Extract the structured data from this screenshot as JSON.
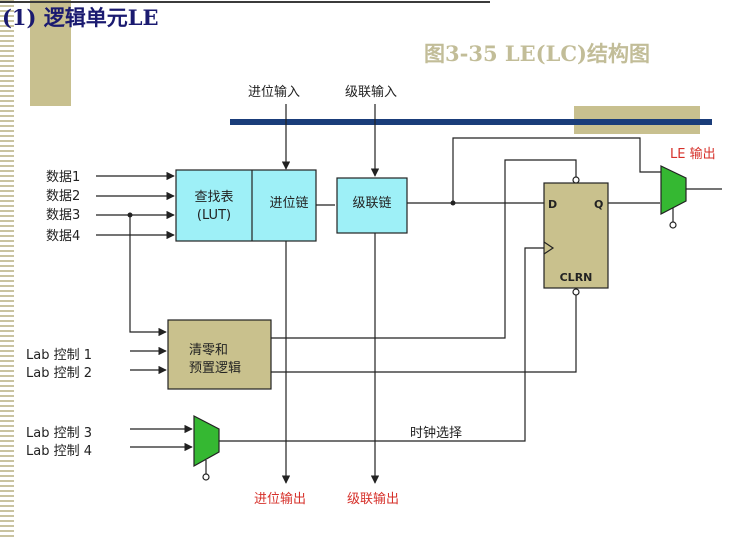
{
  "title": "(1) 逻辑单元LE",
  "caption": "图3-35 LE(LC)结构图",
  "inputs": {
    "carry_in": "进位输入",
    "cascade_in": "级联输入",
    "data": [
      "数据1",
      "数据2",
      "数据3",
      "数据4"
    ],
    "lab_controls": [
      "Lab 控制 1",
      "Lab 控制 2",
      "Lab 控制 3",
      "Lab 控制 4"
    ]
  },
  "blocks": {
    "lut_line1": "查找表",
    "lut_line2": "(LUT)",
    "carry_chain": "进位链",
    "cascade_chain": "级联链",
    "clear_preset_line1": "清零和",
    "clear_preset_line2": "预置逻辑"
  },
  "flipflop": {
    "d": "D",
    "q": "Q",
    "clrn": "CLRN"
  },
  "outputs": {
    "le_out": "LE 输出",
    "carry_out": "进位输出",
    "cascade_out": "级联输出"
  },
  "clock_select": "时钟选择",
  "colors": {
    "block_fill": "#9ef0f7",
    "logic_fill": "#c9c18d",
    "mux_fill": "#35b832",
    "bus": "#1a3d7a",
    "output_label": "#d6302a"
  }
}
